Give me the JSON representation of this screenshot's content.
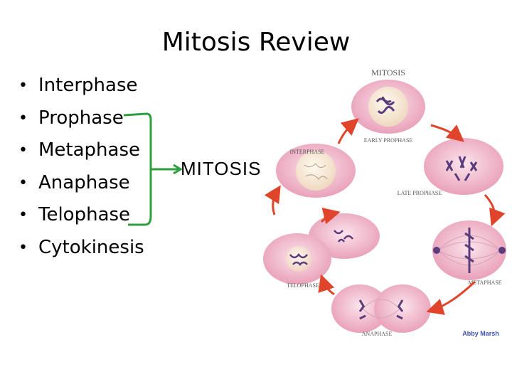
{
  "slide": {
    "title": "Mitosis Review",
    "bullets": [
      "Interphase",
      "Prophase",
      "Metaphase",
      "Anaphase",
      "Telophase",
      "Cytokinesis"
    ],
    "bracket_label": "MITOSIS"
  },
  "diagram": {
    "heading": "MITOSIS",
    "stages": {
      "early_prophase": "EARLY PROPHASE",
      "interphase": "INTERPHASE",
      "late_prophase": "LATE PROPHASE",
      "metaphase": "METAPHASE",
      "telophase": "TELOPHASE",
      "anaphase": "ANAPHASE"
    },
    "credit": "Abby Marsh"
  },
  "colors": {
    "bracket": "#2e9e3e",
    "arrow": "#e0452b",
    "cell_fill": "#f4c6d6",
    "nucleus_fill": "#f5ead8",
    "chromosome": "#5a3d7a",
    "credit": "#3f51b5"
  }
}
